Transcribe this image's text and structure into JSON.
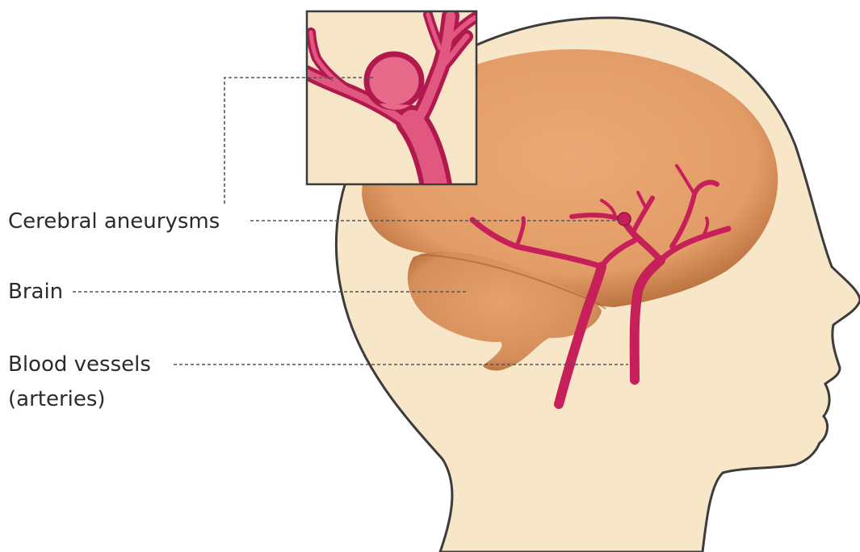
{
  "labels": {
    "aneurysms": "Cerebral aneurysms",
    "brain": "Brain",
    "vessels_line1": "Blood vessels",
    "vessels_line2": "(arteries)"
  },
  "colors": {
    "skin": "#f8e6c9",
    "outline": "#3c3c3c",
    "brain": "#e7a26c",
    "brain_shadow": "#b86f3c",
    "artery": "#c61f5a",
    "artery_light": "#e0577f",
    "aneurysm_fill": "#e86a8a",
    "inset_bg": "#f7e5c8"
  }
}
